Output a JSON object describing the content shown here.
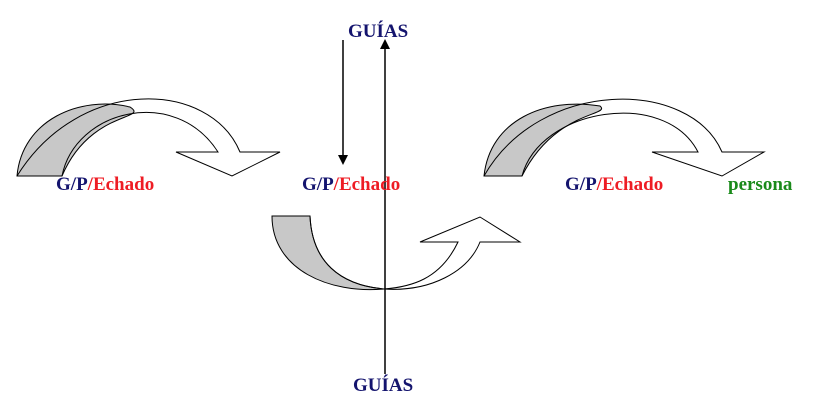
{
  "top_label": "GUÍAS",
  "bottom_label": "GUÍAS",
  "nodes": [
    {
      "g": "G",
      "sep1": "/",
      "p": "P",
      "sep2": "/",
      "echado": "Echado"
    },
    {
      "g": "G",
      "sep1": "/",
      "p": "P",
      "sep2": "/",
      "echado": "Echado"
    },
    {
      "g": "G",
      "sep1": "/",
      "p": "P",
      "sep2": "/",
      "echado": "Echado"
    }
  ],
  "end_label": "persona",
  "colors": {
    "navy": "#14146e",
    "red": "#ee1c24",
    "green": "#1a8a1a",
    "arrow_shade": "#c8c8c8",
    "stroke": "#000000"
  }
}
